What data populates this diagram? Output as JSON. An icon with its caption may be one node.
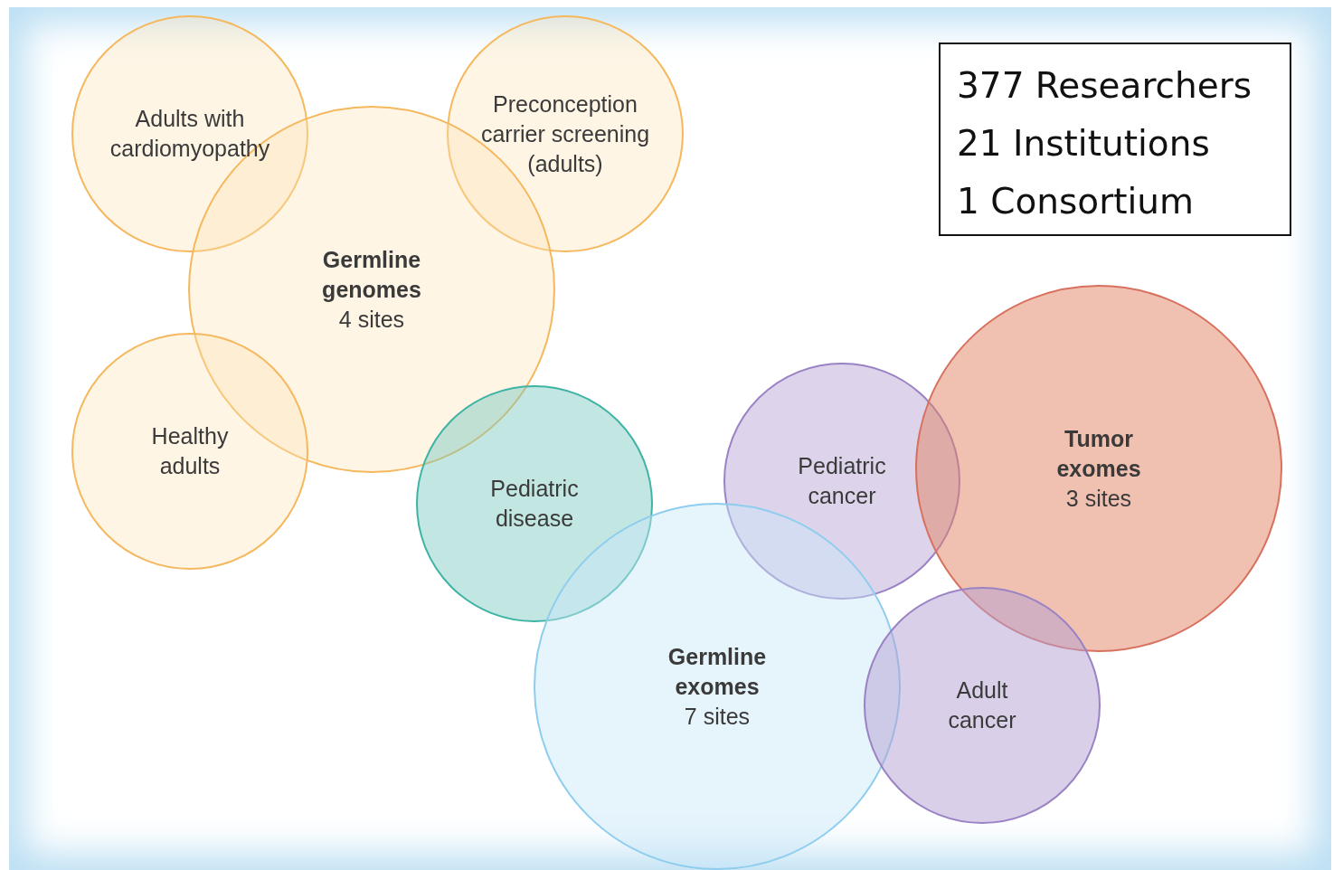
{
  "diagram": {
    "nodes": [
      {
        "text": [
          "Adults with cardiomyopathy"
        ]
      },
      {
        "text": [
          "Preconception carrier screening (adults)"
        ]
      },
      {
        "text": [
          "Germline genomes",
          "4 sites"
        ]
      },
      {
        "text": [
          "Healthy adults"
        ]
      },
      {
        "text": [
          "Pediatric disease"
        ]
      },
      {
        "text": [
          "Pediatric cancer"
        ]
      },
      {
        "text": [
          "Tumor exomes",
          "3 sites"
        ]
      },
      {
        "text": [
          "Germline exomes",
          "7 sites"
        ]
      },
      {
        "text": [
          "Adult cancer"
        ]
      },
      {
        "text": [
          "377 Researchers",
          "21 Institutions",
          "1 Consortium"
        ]
      }
    ]
  }
}
